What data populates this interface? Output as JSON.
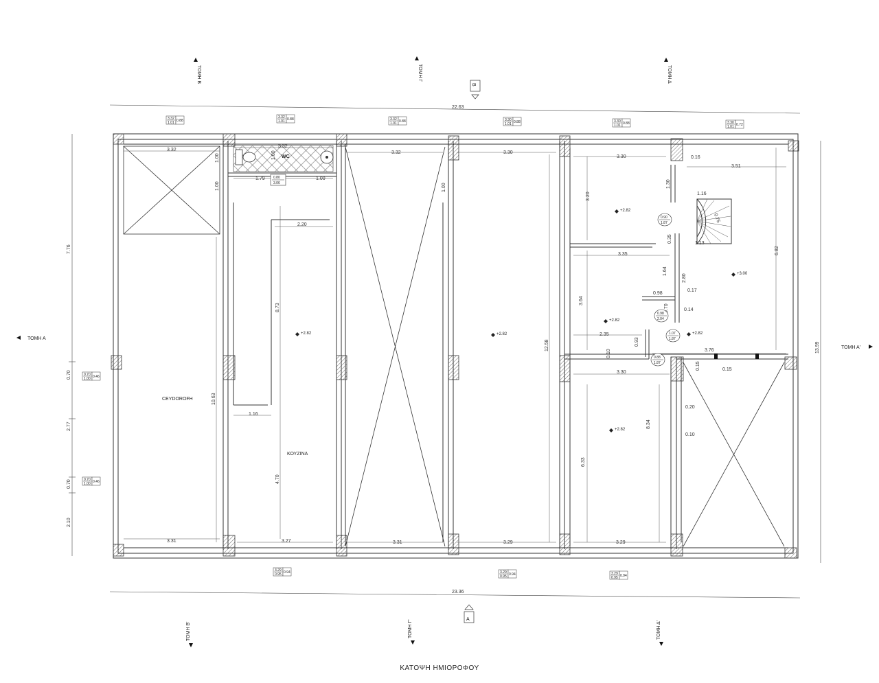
{
  "title": "ΚΑΤΟΨΗ ΗΜΙΟΡΟΦΟΥ",
  "rooms": {
    "wc": "WC",
    "kitchen": "ΚΟΥΖΙΝΑ",
    "living": "CEYDOROFH"
  },
  "levels": {
    "standard": "+2.82",
    "stair": "+3.00"
  },
  "sections": {
    "a_left": "ΤΟΜΗ Α",
    "a_right": "ΤΟΜΗ Α'",
    "b_top": "ΤΟΜΗ Β",
    "b_bottom": "ΤΟΜΗ Β'",
    "g_top": "ΤΟΜΗ Γ",
    "g_bottom": "ΤΟΜΗ Γ'",
    "d_top": "ΤΟΜΗ Δ",
    "d_bottom": "ΤΟΜΗ Δ'",
    "mark_b": "Β",
    "mark_a": "Α"
  },
  "overall": {
    "top": "22.63",
    "bottom": "23.36",
    "left": "7.76",
    "right": "13.99"
  },
  "left_chain": [
    "0.70",
    "2.77",
    "0.70",
    "2.10"
  ],
  "bay_widths_top": [
    "3.32",
    "3.32",
    "3.30",
    "3.30",
    "3.51"
  ],
  "bay_widths_bottom": [
    "3.31",
    "3.27",
    "3.31",
    "3.29",
    "3.29"
  ],
  "interior": {
    "wc_w": "1.79",
    "wc_d": "1.00",
    "d_100a": "1.00",
    "d_100b": "1.00",
    "d_100c": "1.00",
    "d_220": "2.20",
    "d_116": "1.16",
    "d_873": "8.73",
    "d_470": "4.70",
    "d_1063": "10.63",
    "d_1258": "12.58",
    "d_100e": "1.00",
    "d_320": "3.20",
    "d_116b": "1.16",
    "d_113": "1.13",
    "d_016": "0.16",
    "d_035": "0.35",
    "d_335": "3.35",
    "d_164": "1.64",
    "d_280": "2.80",
    "d_017": "0.17",
    "d_098": "0.98",
    "d_070": "0.70",
    "d_014": "0.14",
    "d_364": "3.64",
    "d_682": "6.82",
    "d_235": "2.35",
    "d_010": "0.10",
    "d_093": "0.93",
    "d_376": "3.76",
    "d_015a": "0.15",
    "d_015b": "0.15",
    "d_330": "3.30",
    "d_633": "6.33",
    "d_834": "8.34",
    "d_020": "0.20",
    "d_010b": "0.10",
    "d_130": "1.30",
    "d_ram": "0.75"
  },
  "door_tags": [
    {
      "top": "0.80",
      "bottom": "3.06"
    },
    {
      "top": "0.90",
      "bottom": "1.87"
    },
    {
      "top": "0.98",
      "bottom": "2.04"
    },
    {
      "top": "1.07",
      "bottom": "1.87"
    },
    {
      "top": "0.88",
      "bottom": "1.87"
    }
  ],
  "window_tags_top": [
    {
      "a": "3.32",
      "b": "1.01",
      "c": "0.88"
    },
    {
      "a": "3.32",
      "b": "1.01",
      "c": "0.88"
    },
    {
      "a": "3.32",
      "b": "1.01",
      "c": "0.88"
    },
    {
      "a": "3.30",
      "b": "1.01",
      "c": "0.88"
    },
    {
      "a": "3.30",
      "b": "1.01",
      "c": "0.88"
    },
    {
      "a": "3.30",
      "b": "1.01",
      "c": "0.72"
    }
  ],
  "window_tags_bottom": [
    {
      "a": "3.29",
      "b": "0.95",
      "c": "0.94"
    },
    {
      "a": "3.29",
      "b": "0.95",
      "c": "0.94"
    },
    {
      "a": "3.29",
      "b": "0.95",
      "c": "0.94"
    }
  ],
  "window_tags_left": [
    {
      "a": "0.70",
      "b": "1.00",
      "c": "0.46"
    },
    {
      "a": "0.70",
      "b": "1.00",
      "c": "0.46"
    }
  ]
}
